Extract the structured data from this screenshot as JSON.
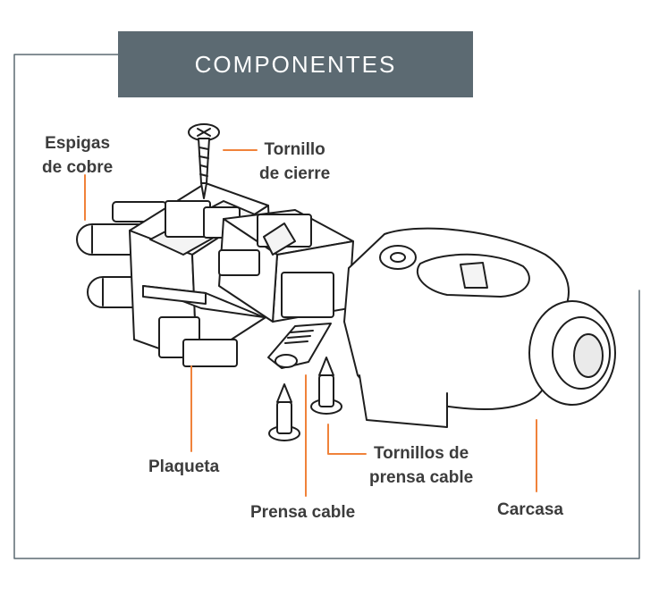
{
  "title": "COMPONENTES",
  "colors": {
    "accent": "#f0823a",
    "frame": "#5c6a72",
    "line": "#1e1e1e",
    "label": "#3c3c3c"
  },
  "labels": {
    "espigas": [
      "Espigas",
      "de cobre"
    ],
    "tornillo_cierre": [
      "Tornillo",
      "de cierre"
    ],
    "plaqueta": "Plaqueta",
    "prensa_cable": "Prensa cable",
    "tornillos_prensa": [
      "Tornillos de",
      "prensa cable"
    ],
    "carcasa": "Carcasa"
  }
}
